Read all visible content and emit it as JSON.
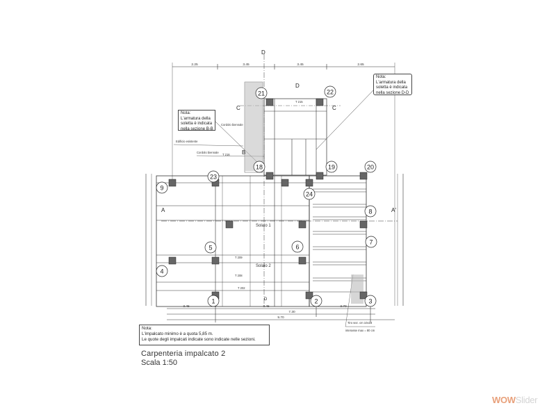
{
  "drawing": {
    "title": "Carpenteria impalcato 2",
    "scale": "Scala 1:50"
  },
  "notes": {
    "bottom": {
      "heading": "Nota:",
      "line1": "L'impalcato minimo è a quota 5,85 m.",
      "line2": "Le quote degli impalcati indicate sono indicate nelle sezioni."
    },
    "right": {
      "heading": "Nota:",
      "line1": "L'armatura della",
      "line2": "soletta è indicata",
      "line3": "nella sezione D-D"
    },
    "left": {
      "heading": "Nota:",
      "line1": "L'armatura della",
      "line2": "soletta è indicata",
      "line3": "nella sezione B-B"
    }
  },
  "labels": {
    "solaio1": "Solaio 1",
    "solaio2": "Solaio 2",
    "rinforzo": "Tiro sez. cm 10x18",
    "interasse": "interasse max = 80 cm",
    "cordolo1": "Cordolo biennale",
    "cordolo2": "Cordolo biennale",
    "edificio": "Edificio esistente",
    "travi": [
      "T 215",
      "T 216",
      "T 209",
      "T 208",
      "T 202"
    ]
  },
  "grid": {
    "circles": [
      "21",
      "22",
      "18",
      "19",
      "20",
      "23",
      "24",
      "9",
      "8",
      "5",
      "6",
      "7",
      "4",
      "1",
      "2",
      "3"
    ]
  },
  "dimensions": {
    "top": [
      "2.25",
      "3.45",
      "3.45",
      "2.65"
    ],
    "bottom_row1": [
      "3.45",
      "3.45",
      "3.70"
    ],
    "bottom_row2": [
      "7.30"
    ],
    "bottom_row3": [
      "9.70"
    ]
  },
  "section_marks": {
    "top": "D",
    "left": "A",
    "right": "A'",
    "c_left": "C",
    "c_right": "C",
    "b": "B",
    "d_inner": "D"
  },
  "watermark": {
    "part1": "WOW",
    "part2": "Slider"
  }
}
